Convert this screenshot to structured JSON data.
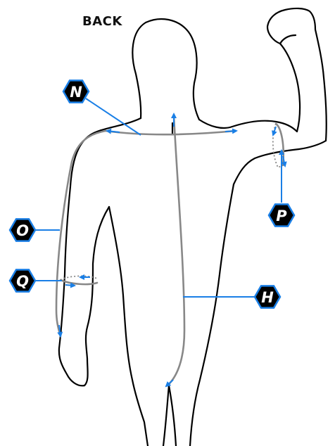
{
  "title": "BACK",
  "colors": {
    "body_outline": "#000000",
    "measure_line": "#888888",
    "pointer": "#1a7fe6",
    "badge_fill": "#000000",
    "badge_border": "#1a7fe6",
    "badge_text": "#ffffff"
  },
  "markers": {
    "N": "N",
    "O": "O",
    "P": "P",
    "Q": "Q",
    "H": "H"
  }
}
